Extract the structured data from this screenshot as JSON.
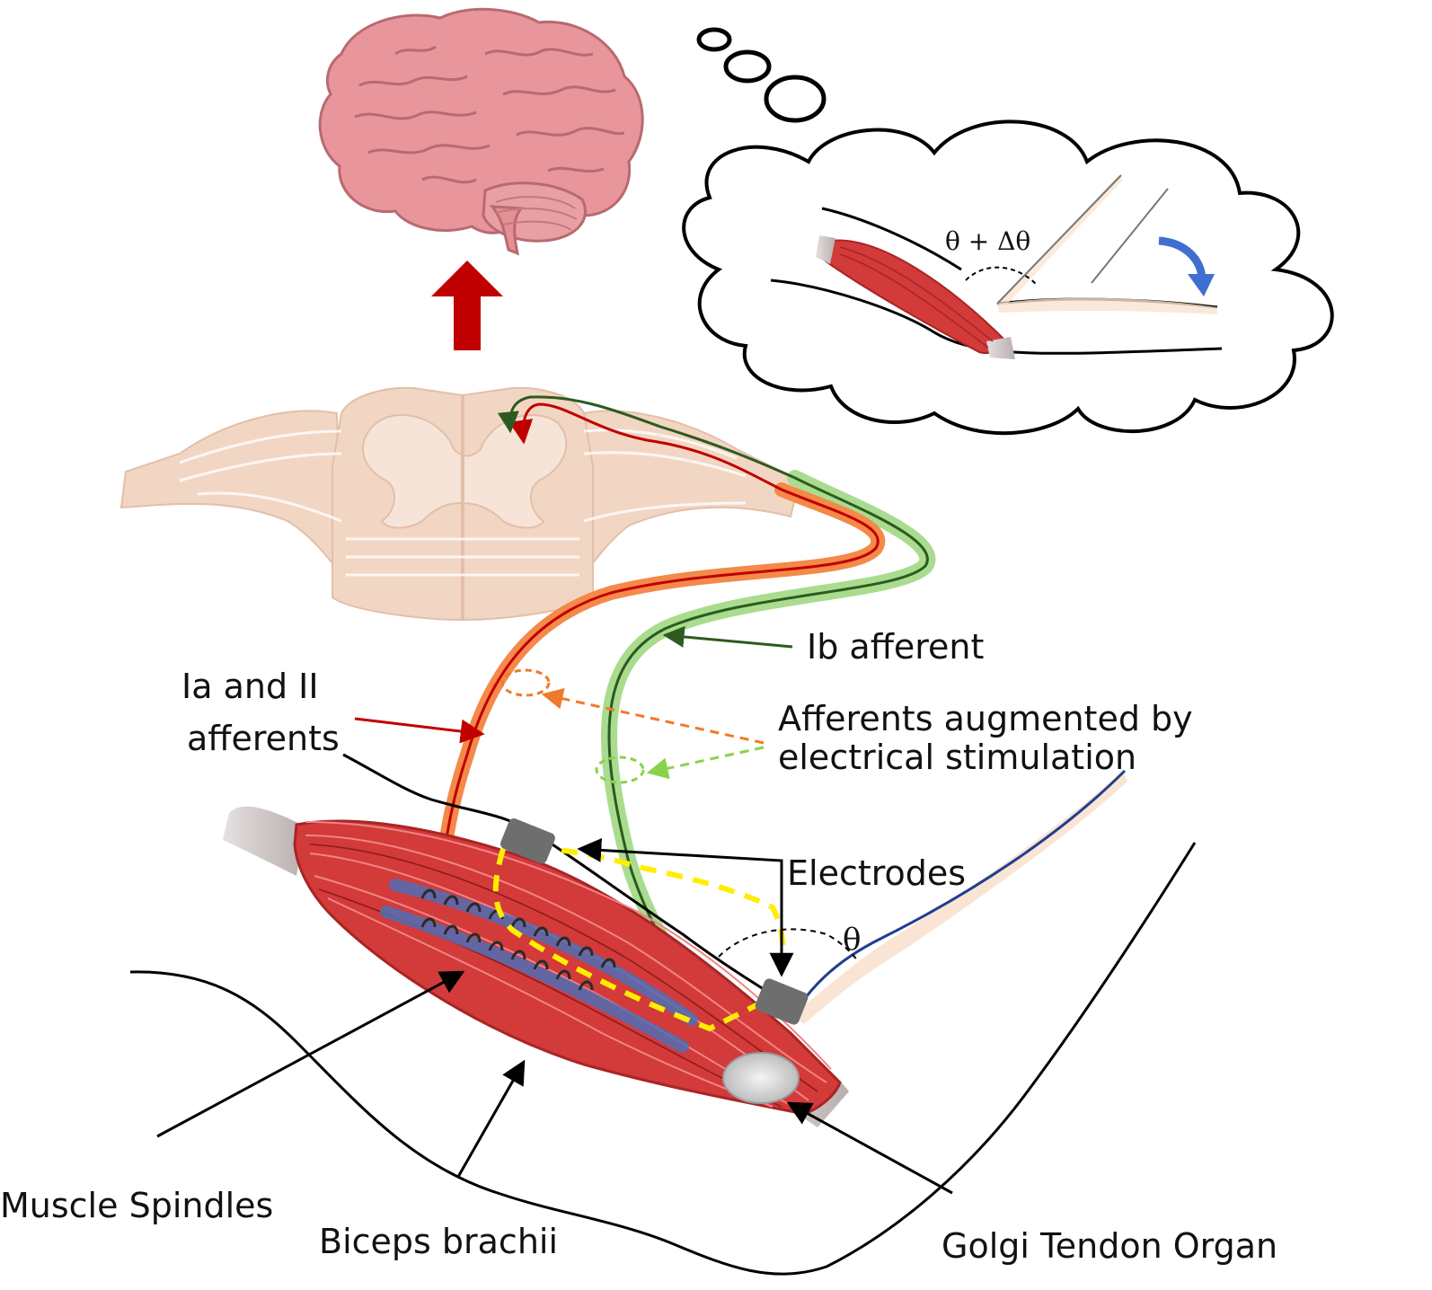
{
  "labels": {
    "ib_afferent": "Ib afferent",
    "ia_ii_line1": "Ia and II",
    "ia_ii_line2": "afferents",
    "augmented_line1": "Afferents augmented by",
    "augmented_line2": "electrical stimulation",
    "electrodes": "Electrodes",
    "theta": "θ",
    "theta_delta": "θ + Δθ",
    "muscle_spindles": "Muscle Spindles",
    "biceps_brachii": "Biceps brachii",
    "golgi_tendon_organ": "Golgi Tendon Organ"
  },
  "colors": {
    "brain": "#e8969b",
    "brain_stroke": "#b86a70",
    "spinal_cord": "#f2d6c4",
    "spinal_grey": "#f6e4d8",
    "up_arrow": "#c00000",
    "muscle": "#d33a3a",
    "muscle_dark": "#a82525",
    "tendon": "#d9d2d2",
    "ia_fiber_outer": "#f4894a",
    "ia_fiber_inner": "#c00000",
    "ib_fiber_outer": "#a9dc8f",
    "ib_fiber_inner": "#2d5a1f",
    "electrode": "#6e6e6e",
    "stim_path": "#ffee00",
    "spindle": "#4f6fb5",
    "augment_orange": "#f07a2a",
    "augment_green": "#8ad24a",
    "forearm": "#1f3f8f",
    "rotation_arrow": "#3f6fd0"
  }
}
